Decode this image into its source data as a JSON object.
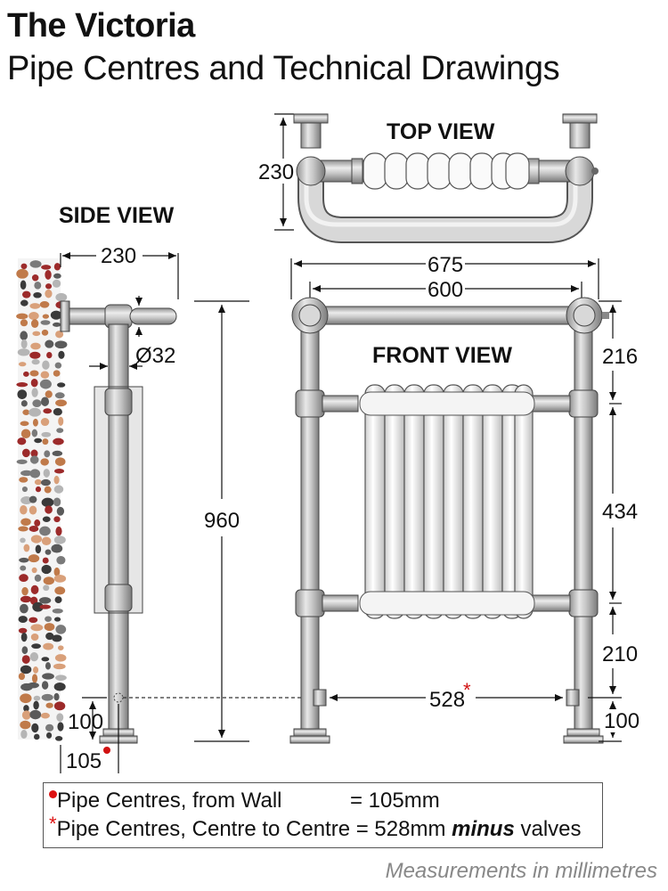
{
  "title": "The Victoria",
  "subtitle": "Pipe Centres and Technical Drawings",
  "views": {
    "top": "TOP VIEW",
    "side": "SIDE VIEW",
    "front": "FRONT VIEW"
  },
  "dimensions": {
    "top_depth": "230",
    "side_depth": "230",
    "pipe_diameter": "Ø32",
    "height": "960",
    "overall_width": "675",
    "rail_width": "600",
    "seg_top": "216",
    "seg_mid": "434",
    "seg_low": "210",
    "seg_floor": "100",
    "side_floor": "100",
    "wall_offset": "105",
    "pipe_centres": "528"
  },
  "notes": {
    "line1_label": "Pipe Centres, from Wall",
    "line1_value": "= 105mm",
    "line2_label": "Pipe Centres, Centre to Centre",
    "line2_value_pre": "= 528mm",
    "line2_value_em": "minus",
    "line2_value_post": "valves"
  },
  "footer": "Measurements in millimetres",
  "colors": {
    "marker": "#d11111",
    "chrome": "#bdbdbd"
  }
}
